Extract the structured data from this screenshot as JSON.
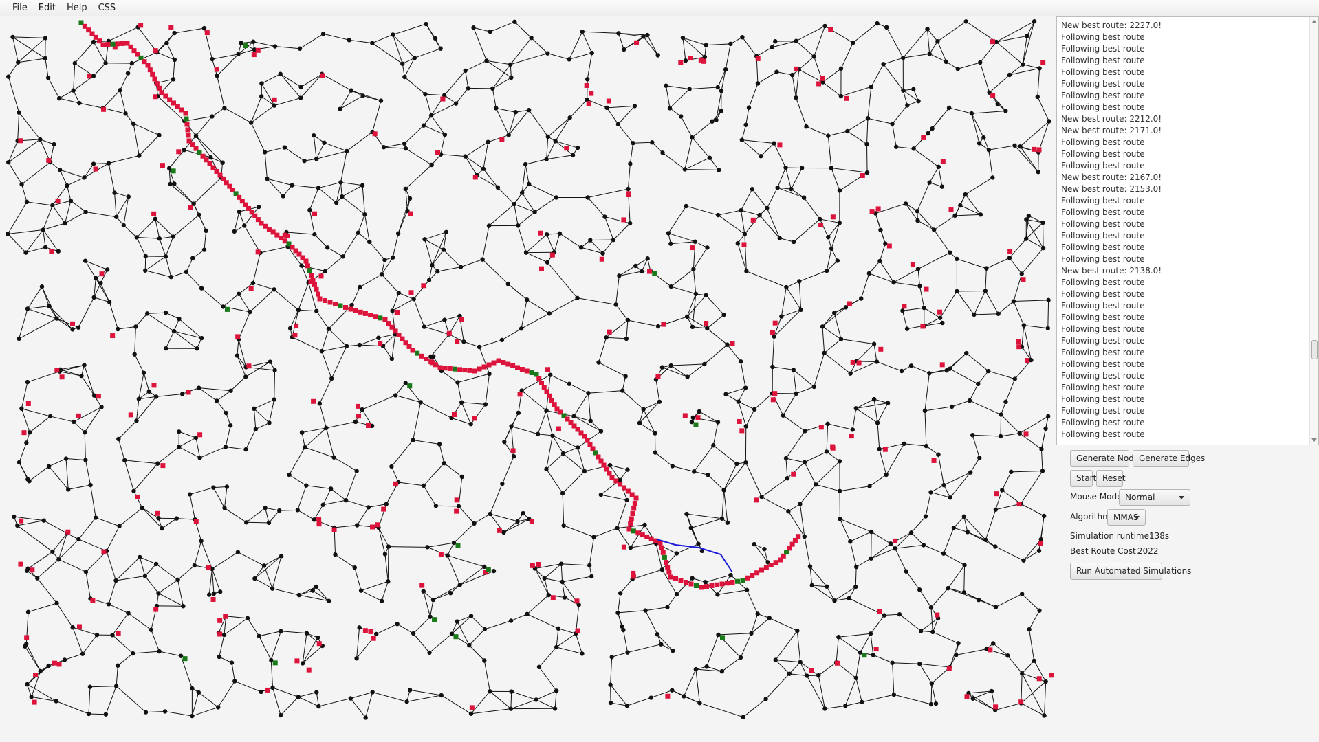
{
  "menubar": {
    "items": [
      "File",
      "Edit",
      "Help",
      "CSS"
    ]
  },
  "log": {
    "lines": [
      "New best route: 2227.0!",
      "Following best route",
      "Following best route",
      "Following best route",
      "Following best route",
      "Following best route",
      "Following best route",
      "Following best route",
      "New best route: 2212.0!",
      "New best route: 2171.0!",
      "Following best route",
      "Following best route",
      "Following best route",
      "New best route: 2167.0!",
      "New best route: 2153.0!",
      "Following best route",
      "Following best route",
      "Following best route",
      "Following best route",
      "Following best route",
      "Following best route",
      "New best route: 2138.0!",
      "Following best route",
      "Following best route",
      "Following best route",
      "Following best route",
      "Following best route",
      "Following best route",
      "Following best route",
      "Following best route",
      "Following best route",
      "Following best route",
      "Following best route",
      "Following best route",
      "Following best route",
      "Following best route"
    ]
  },
  "controls": {
    "generate_nodes": "Generate Nodes",
    "generate_edges": "Generate Edges",
    "start": "Start",
    "reset": "Reset",
    "mouse_mode_label": "Mouse Mode:",
    "mouse_mode_value": "Normal",
    "algorithm_label": "Algorithm:",
    "algorithm_value": "MMAS",
    "runtime_label": "Simulation runtime:",
    "runtime_value": "138s",
    "best_cost_label": "Best Route Cost:",
    "best_cost_value": "2022",
    "run_automated": "Run Automated Simulations"
  },
  "colors": {
    "node": "#111111",
    "edge": "#111111",
    "pheromone_marker": "#dc143c",
    "best_marker": "#1a7a1a",
    "current_path": "#1a1ad6"
  }
}
